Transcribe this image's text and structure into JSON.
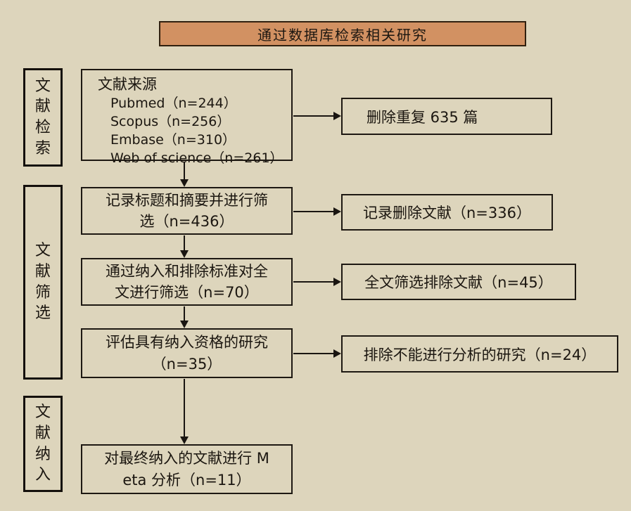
{
  "palette": {
    "background": "#ddd5bc",
    "banner_fill": "#d29162",
    "border_dark": "#1d1812",
    "text": "#1b1610"
  },
  "top_banner": {
    "label": "通过数据库检索相关研究"
  },
  "stage_labels": [
    {
      "label": "文献检索"
    },
    {
      "label": "文献筛选"
    },
    {
      "label": "文献纳入"
    }
  ],
  "main_flow": [
    {
      "title": "文献来源",
      "sources": [
        "Pubmed（n=244）",
        "Scopus（n=256）",
        "Embase（n=310）",
        "Web of science（n=261）"
      ]
    },
    {
      "label": "记录标题和摘要并进行筛选（n=436）"
    },
    {
      "label": "通过纳入和排除标准对全文进行筛选（n=70）"
    },
    {
      "label": "评估具有纳入资格的研究（n=35）"
    },
    {
      "label": "对最终纳入的文献进行 Meta 分析（n=11）"
    }
  ],
  "exclusion_boxes": [
    {
      "label": "删除重复 635 篇"
    },
    {
      "label": "记录删除文献（n=336）"
    },
    {
      "label": "全文筛选排除文献（n=45）"
    },
    {
      "label": "排除不能进行分析的研究（n=24）"
    }
  ]
}
